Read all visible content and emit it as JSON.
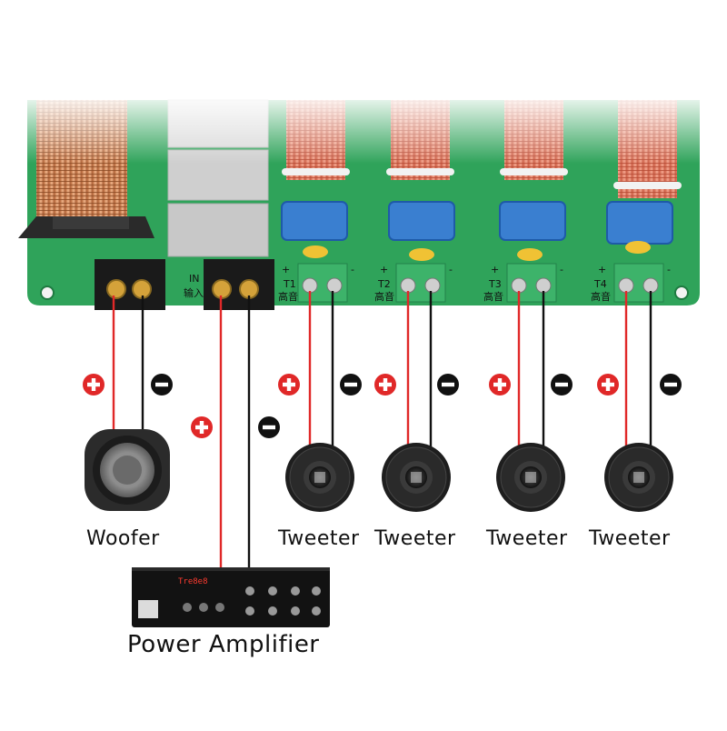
{
  "diagram": {
    "board_marks": {
      "inputs": [
        "IN",
        "输入"
      ],
      "tweeter_marks": [
        {
          "id": "T1",
          "sub": "高音"
        },
        {
          "id": "T2",
          "sub": "高音"
        },
        {
          "id": "T3",
          "sub": "高音"
        },
        {
          "id": "T4",
          "sub": "高音"
        }
      ],
      "plus": "+",
      "minus": "-"
    },
    "amp_display": "Tre8e8",
    "labels": {
      "woofer": "Woofer",
      "tweeter_1": "Tweeter",
      "tweeter_2": "Tweeter",
      "tweeter_3": "Tweeter",
      "tweeter_4": "Tweeter",
      "amplifier": "Power Amplifier"
    },
    "colors": {
      "pcb": "#2fa35a",
      "positive_wire": "#e02828",
      "negative_wire": "#111111",
      "positive_badge": "#e02828",
      "negative_badge": "#111111"
    }
  }
}
